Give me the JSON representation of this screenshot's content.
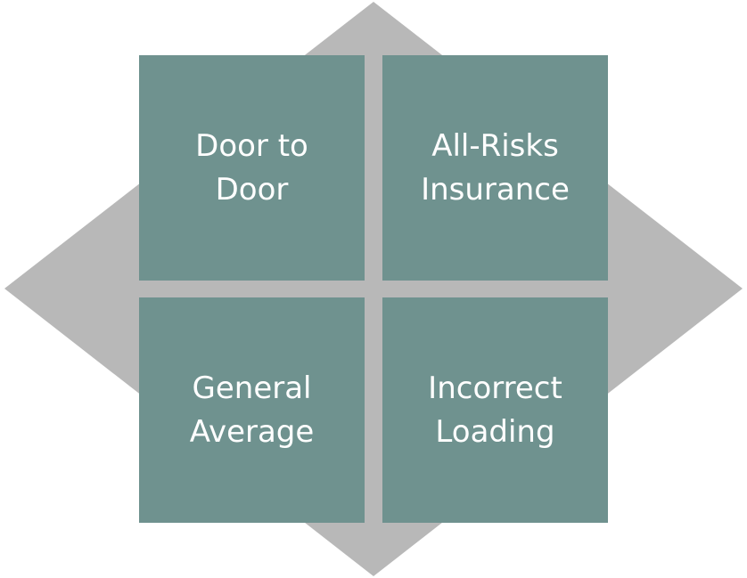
{
  "colors": {
    "diamond": "#b8b8b8",
    "tile": "#6f928f",
    "text": "#ffffff"
  },
  "tiles": [
    {
      "label": "Door to\nDoor"
    },
    {
      "label": "All-Risks\nInsurance"
    },
    {
      "label": "General\nAverage"
    },
    {
      "label": "Incorrect\nLoading"
    }
  ]
}
